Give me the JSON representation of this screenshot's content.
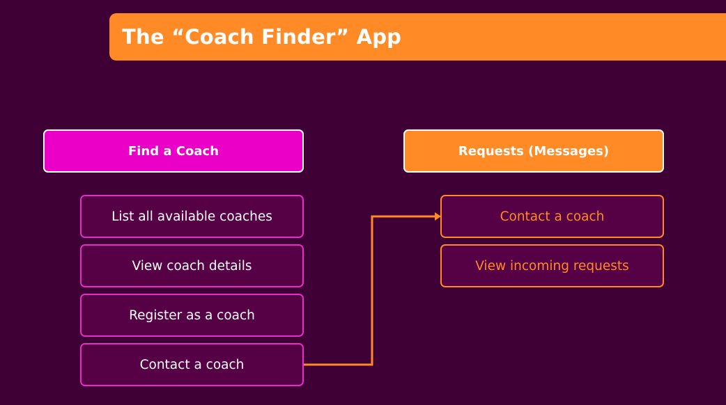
{
  "title": "The “Coach Finder” App",
  "colors": {
    "background": "#3f0036",
    "accent_orange": "#ff8a26",
    "accent_magenta": "#ea00c6",
    "item_fill": "#560046",
    "item_border_magenta": "#e62cc9"
  },
  "find_section": {
    "heading": "Find a Coach",
    "items": [
      {
        "label": "List all available coaches"
      },
      {
        "label": "View coach details"
      },
      {
        "label": "Register as a coach"
      },
      {
        "label": "Contact a coach"
      }
    ]
  },
  "requests_section": {
    "heading": "Requests (Messages)",
    "items": [
      {
        "label": "Contact a coach"
      },
      {
        "label": "View incoming requests"
      }
    ]
  },
  "connector": {
    "from": "Contact a coach",
    "to": "Contact a coach",
    "arrowhead": "arrow-right-icon"
  }
}
